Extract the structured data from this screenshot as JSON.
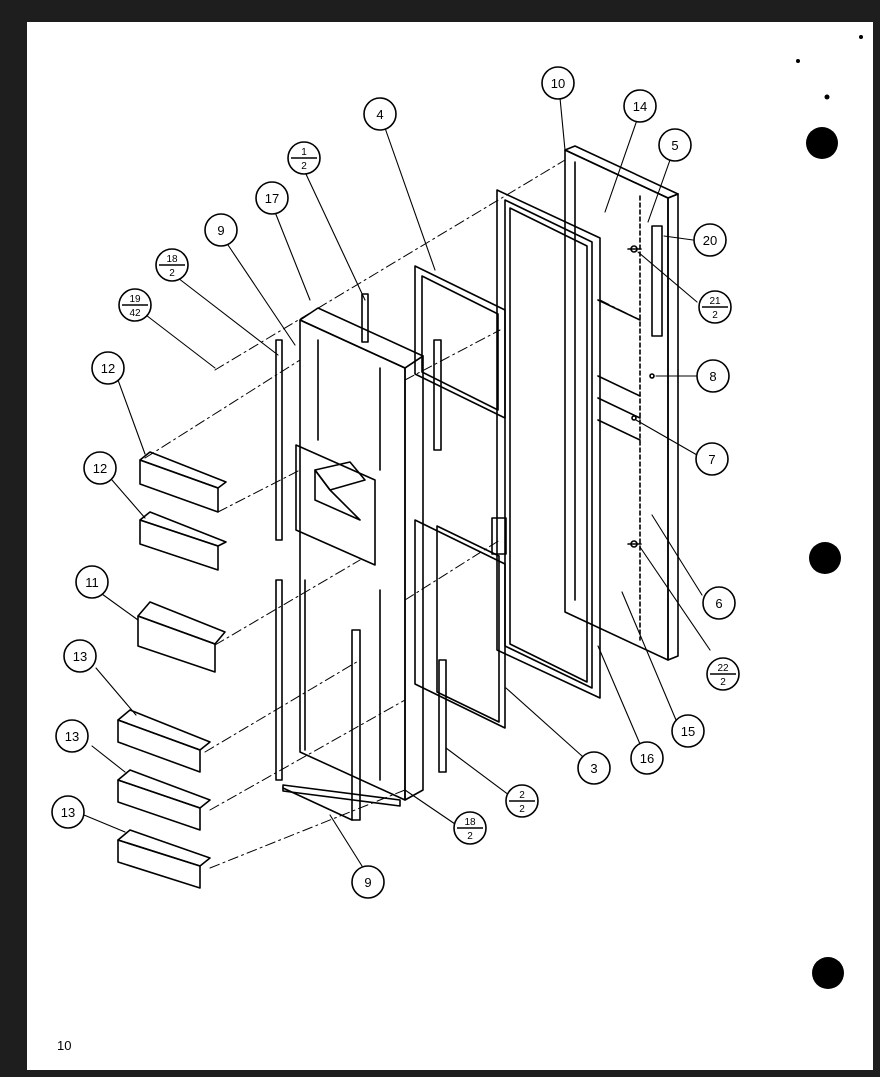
{
  "diagram": {
    "page_number": "10",
    "callouts": [
      {
        "id": "c10",
        "top": "10",
        "bottom": ""
      },
      {
        "id": "c14",
        "top": "14",
        "bottom": ""
      },
      {
        "id": "c4",
        "top": "4",
        "bottom": ""
      },
      {
        "id": "c5",
        "top": "5",
        "bottom": ""
      },
      {
        "id": "c1-2",
        "top": "1",
        "bottom": "2"
      },
      {
        "id": "c17",
        "top": "17",
        "bottom": ""
      },
      {
        "id": "c9a",
        "top": "9",
        "bottom": ""
      },
      {
        "id": "c20",
        "top": "20",
        "bottom": ""
      },
      {
        "id": "c18-2a",
        "top": "18",
        "bottom": "2"
      },
      {
        "id": "c21-2",
        "top": "21",
        "bottom": "2"
      },
      {
        "id": "c19-42",
        "top": "19",
        "bottom": "42"
      },
      {
        "id": "c12a",
        "top": "12",
        "bottom": ""
      },
      {
        "id": "c8",
        "top": "8",
        "bottom": ""
      },
      {
        "id": "c7",
        "top": "7",
        "bottom": ""
      },
      {
        "id": "c12b",
        "top": "12",
        "bottom": ""
      },
      {
        "id": "c11",
        "top": "11",
        "bottom": ""
      },
      {
        "id": "c6",
        "top": "6",
        "bottom": ""
      },
      {
        "id": "c22-2",
        "top": "22",
        "bottom": "2"
      },
      {
        "id": "c13a",
        "top": "13",
        "bottom": ""
      },
      {
        "id": "c15",
        "top": "15",
        "bottom": ""
      },
      {
        "id": "c13b",
        "top": "13",
        "bottom": ""
      },
      {
        "id": "c16",
        "top": "16",
        "bottom": ""
      },
      {
        "id": "c3",
        "top": "3",
        "bottom": ""
      },
      {
        "id": "c2-2",
        "top": "2",
        "bottom": "2"
      },
      {
        "id": "c13c",
        "top": "13",
        "bottom": ""
      },
      {
        "id": "c18-2b",
        "top": "18",
        "bottom": "2"
      },
      {
        "id": "c9b",
        "top": "9",
        "bottom": ""
      }
    ]
  }
}
